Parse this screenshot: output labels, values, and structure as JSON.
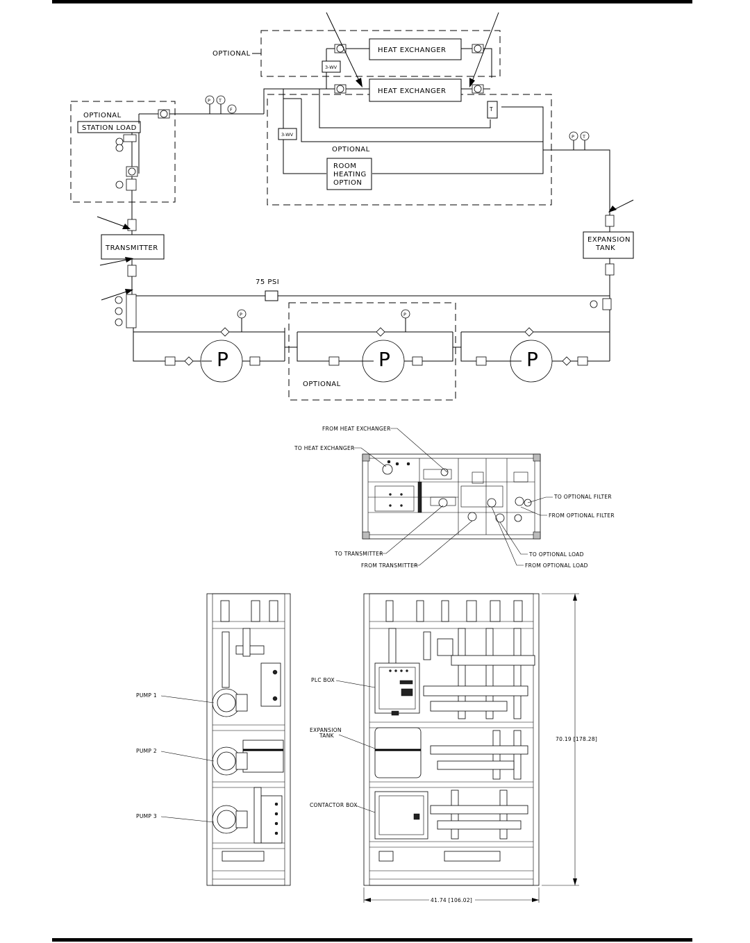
{
  "schematic": {
    "optional_1": "OPTIONAL",
    "optional_2": "OPTIONAL",
    "optional_3": "OPTIONAL",
    "optional_4": "OPTIONAL",
    "heat_exchanger_1": "HEAT EXCHANGER",
    "heat_exchanger_2": "HEAT EXCHANGER",
    "station_load": "STATION LOAD",
    "room_heating": [
      "ROOM",
      "HEATING",
      "OPTION"
    ],
    "transmitter": "TRANSMITTER",
    "expansion_tank": [
      "EXPANSION",
      "TANK"
    ],
    "relief_valve": "75 PSI",
    "gauge_p": "P",
    "gauge_t": "T",
    "flow_f": "F",
    "tee_t": "T",
    "pump_p": "P"
  },
  "top_view": {
    "callouts": {
      "from_heat_exchanger": "FROM HEAT EXCHANGER",
      "to_heat_exchanger": "TO HEAT EXCHANGER",
      "to_optional_filter": "TO OPTIONAL FILTER",
      "from_optional_filter": "FROM OPTIONAL FILTER",
      "to_transmitter": "TO TRANSMITTER",
      "from_transmitter": "FROM TRANSMITTER",
      "to_optional_load": "TO OPTIONAL LOAD",
      "from_optional_load": "FROM OPTIONAL LOAD"
    }
  },
  "side_view": {
    "pump_1": "PUMP 1",
    "pump_2": "PUMP 2",
    "pump_3": "PUMP 3"
  },
  "front_view": {
    "plc_box": "PLC BOX",
    "expansion_tank": [
      "EXPANSION",
      "TANK"
    ],
    "contactor_box": "CONTACTOR BOX",
    "height_dim": "70.19 [178.28]",
    "width_dim": "41.74 [106.02]"
  }
}
